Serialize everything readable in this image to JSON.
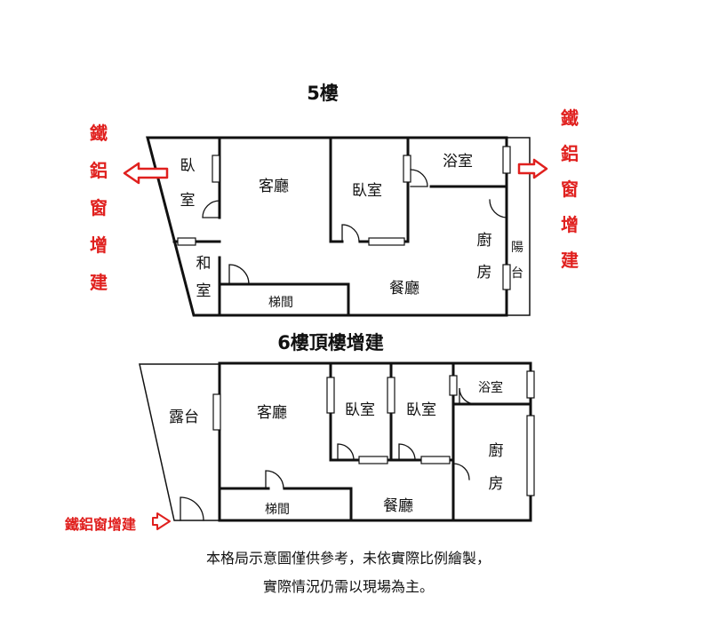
{
  "floor5": {
    "title": "5樓",
    "rooms": {
      "bedroom_left_1": "臥",
      "bedroom_left_2": "室",
      "living": "客廳",
      "bedroom": "臥室",
      "bath": "浴室",
      "washitsu_1": "和",
      "washitsu_2": "室",
      "stairs": "梯間",
      "dining": "餐廳",
      "kitchen_1": "廚",
      "kitchen_2": "房",
      "balcony_1": "陽",
      "balcony_2": "台"
    },
    "left_label_chars": [
      "鐵",
      "鋁",
      "窗",
      "增",
      "建"
    ],
    "right_label_chars": [
      "鐵",
      "鋁",
      "窗",
      "增",
      "建"
    ]
  },
  "floor6": {
    "title": "6樓頂樓增建",
    "rooms": {
      "terrace": "露台",
      "living": "客廳",
      "bedroom_1": "臥室",
      "bedroom_2": "臥室",
      "bath": "浴室",
      "kitchen_1": "廚",
      "kitchen_2": "房",
      "stairs": "梯間",
      "dining": "餐廳"
    },
    "bottom_label": "鐵鋁窗增建"
  },
  "notes": {
    "line1": "本格局示意圖僅供參考，未依實際比例繪製，",
    "line2": "實際情況仍需以現場為主。"
  },
  "colors": {
    "wall": "#111111",
    "annotation": "#e0201e",
    "background": "#ffffff"
  }
}
